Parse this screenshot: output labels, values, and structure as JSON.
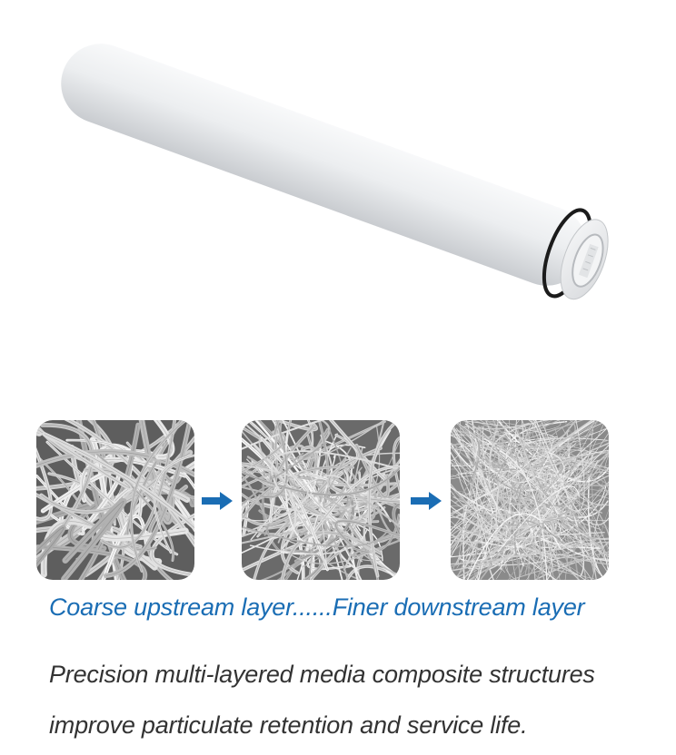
{
  "image": {
    "subject": "pleated-filter-cartridge",
    "media_panels": [
      {
        "icon": "coarse-fiber-micrograph",
        "fiber_density": "coarse"
      },
      {
        "icon": "medium-fiber-micrograph",
        "fiber_density": "medium"
      },
      {
        "icon": "fine-fiber-micrograph",
        "fiber_density": "fine"
      }
    ],
    "arrow_icon": "right-arrow-icon"
  },
  "caption": {
    "text": "Coarse upstream layer......Finer downstream layer"
  },
  "description": {
    "line1": "Precision multi-layered media composite structures",
    "line2": "improve particulate retention and service life."
  },
  "colors": {
    "caption": "#1a6db4",
    "description": "#333333",
    "arrow": "#1a6db4",
    "cartridge_body": "#eef0f2",
    "oring": "#1b1b1b"
  }
}
